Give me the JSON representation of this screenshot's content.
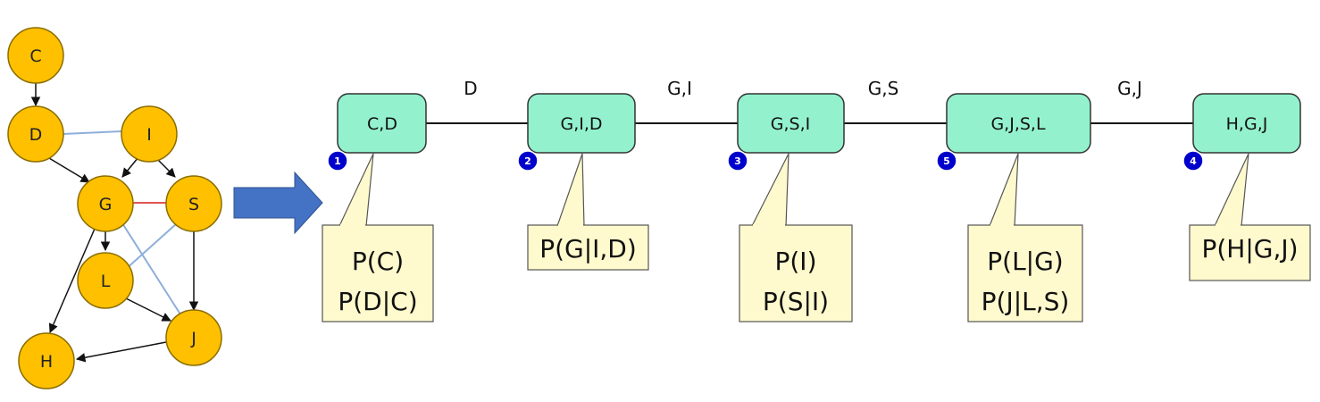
{
  "colors": {
    "node_fill": "#FFC000",
    "node_stroke": "#8a6d00",
    "cluster_fill": "#93F2CD",
    "cluster_stroke": "#333333",
    "callout_fill": "#FFFACD",
    "callout_stroke": "#555555",
    "badge_fill": "#0000CC",
    "arrow_fill": "#4472C4",
    "blue_edge": "#8EAEDB",
    "red_edge": "#E35353"
  },
  "network": {
    "nodes": [
      {
        "id": "C",
        "label": "C"
      },
      {
        "id": "D",
        "label": "D"
      },
      {
        "id": "I",
        "label": "I"
      },
      {
        "id": "G",
        "label": "G"
      },
      {
        "id": "S",
        "label": "S"
      },
      {
        "id": "L",
        "label": "L"
      },
      {
        "id": "J",
        "label": "J"
      },
      {
        "id": "H",
        "label": "H"
      }
    ],
    "directed_edges": [
      [
        "C",
        "D"
      ],
      [
        "D",
        "G"
      ],
      [
        "I",
        "G"
      ],
      [
        "I",
        "S"
      ],
      [
        "G",
        "L"
      ],
      [
        "G",
        "H"
      ],
      [
        "S",
        "J"
      ],
      [
        "L",
        "J"
      ],
      [
        "J",
        "H"
      ]
    ],
    "moral_edges": [
      {
        "from": "D",
        "to": "I",
        "color": "blue"
      },
      {
        "from": "G",
        "to": "S",
        "color": "red"
      },
      {
        "from": "G",
        "to": "J",
        "color": "blue"
      },
      {
        "from": "S",
        "to": "L",
        "color": "blue"
      }
    ]
  },
  "clique_tree": {
    "clusters": [
      {
        "label": "C,D",
        "order": "1",
        "factors": [
          "P(C)",
          "P(D|C)"
        ]
      },
      {
        "label": "G,I,D",
        "order": "2",
        "factors": [
          "P(G|I,D)"
        ]
      },
      {
        "label": "G,S,I",
        "order": "3",
        "factors": [
          "P(I)",
          "P(S|I)"
        ]
      },
      {
        "label": "G,J,S,L",
        "order": "5",
        "factors": [
          "P(L|G)",
          "P(J|L,S)"
        ]
      },
      {
        "label": "H,G,J",
        "order": "4",
        "factors": [
          "P(H|G,J)"
        ]
      }
    ],
    "sepsets": [
      "D",
      "G,I",
      "G,S",
      "G,J"
    ]
  }
}
